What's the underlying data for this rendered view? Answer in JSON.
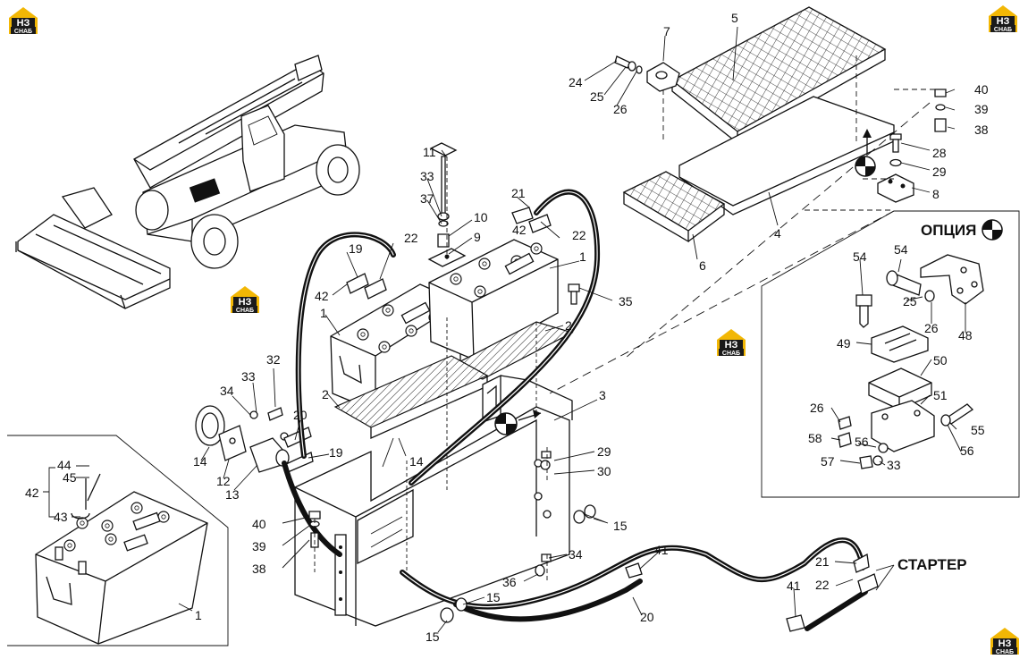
{
  "callouts": {
    "c1a": "1",
    "c1b": "1",
    "c1c": "1",
    "c2a": "2",
    "c2b": "2",
    "c3": "3",
    "c4": "4",
    "c5": "5",
    "c6": "6",
    "c7": "7",
    "c8": "8",
    "c9": "9",
    "c10": "10",
    "c11": "11",
    "c12": "12",
    "c13": "13",
    "c14a": "14",
    "c14b": "14",
    "c15a": "15",
    "c15b": "15",
    "c15c": "15",
    "c19a": "19",
    "c19b": "19",
    "c20a": "20",
    "c20b": "20",
    "c21a": "21",
    "c21b": "21",
    "c22a": "22",
    "c22b": "22",
    "c22c": "22",
    "c24": "24",
    "c25a": "25",
    "c25b": "25",
    "c26a": "26",
    "c26b": "26",
    "c26c": "26",
    "c28": "28",
    "c29a": "29",
    "c29b": "29",
    "c30": "30",
    "c32": "32",
    "c33a": "33",
    "c33b": "33",
    "c33c": "33",
    "c34a": "34",
    "c34b": "34",
    "c35": "35",
    "c36": "36",
    "c37": "37",
    "c38a": "38",
    "c38b": "38",
    "c39a": "39",
    "c39b": "39",
    "c40a": "40",
    "c40b": "40",
    "c41a": "41",
    "c41b": "41",
    "c42a": "42",
    "c42b": "42",
    "c42c": "42",
    "c43": "43",
    "c44": "44",
    "c45": "45",
    "c48": "48",
    "c49": "49",
    "c50": "50",
    "c51": "51",
    "c54a": "54",
    "c54b": "54",
    "c55": "55",
    "c56a": "56",
    "c56b": "56",
    "c57": "57",
    "c58": "58"
  },
  "labels": {
    "option": "ОПЦИЯ",
    "starter": "СТАРТЕР"
  },
  "logo": {
    "letters": "НЗ",
    "sub": "СНАБ",
    "color": "#f2b705"
  }
}
